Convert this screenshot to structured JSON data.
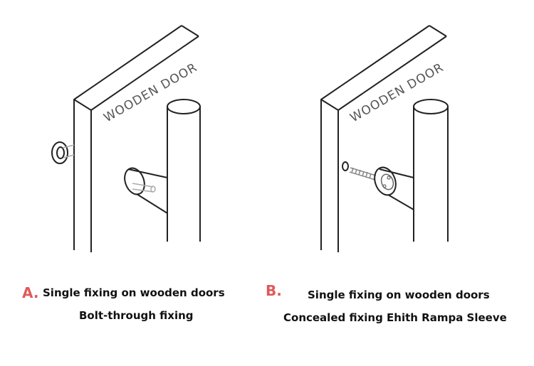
{
  "panels": [
    {
      "door_label": "WOODEN DOOR",
      "letter": "A.",
      "caption_line1": "Single fixing on wooden doors",
      "caption_line2": "Bolt-through fixing"
    },
    {
      "door_label": "WOODEN DOOR",
      "letter": "B.",
      "caption_line1": "Single fixing on wooden doors",
      "caption_line2": "Concealed fixing Ehith Rampa Sleeve"
    }
  ],
  "colors": {
    "line": "#222222",
    "letter_accent": "#e05a5a",
    "door_text": "#555555"
  }
}
